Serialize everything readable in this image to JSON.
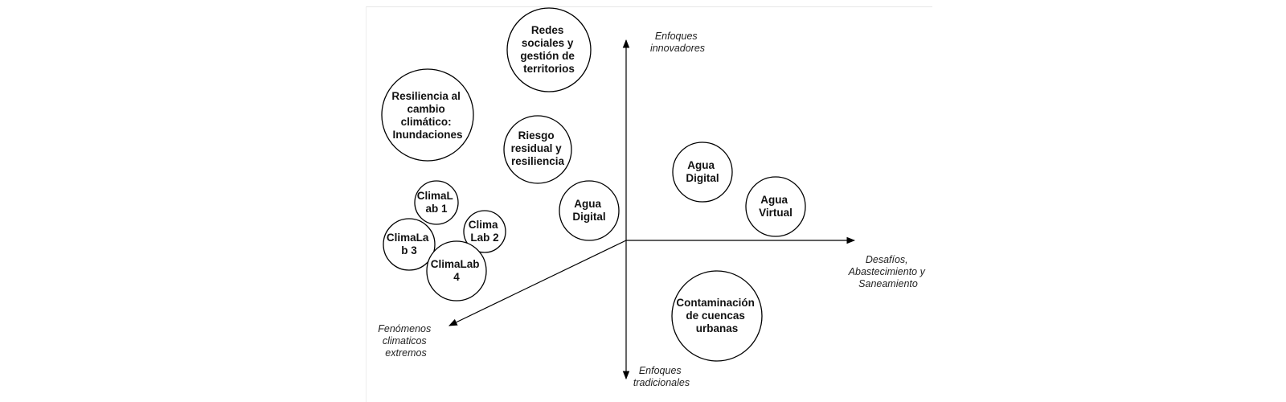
{
  "diagram": {
    "axes": [
      {
        "id": "up",
        "lines": [
          "Enfoques",
          "innovadores"
        ]
      },
      {
        "id": "down",
        "lines": [
          "Enfoques",
          "tradicionales"
        ]
      },
      {
        "id": "right",
        "lines": [
          "Desafíos,",
          "Abastecimiento y",
          "Saneamiento"
        ]
      },
      {
        "id": "diag",
        "lines": [
          "Fenómenos",
          "climaticos",
          "extremos"
        ]
      }
    ],
    "bubbles": [
      {
        "id": "redes",
        "lines": [
          "Redes",
          "sociales y",
          "gestión de",
          "territorios"
        ]
      },
      {
        "id": "resiliencia",
        "lines": [
          "Resiliencia al",
          "cambio",
          "climático:",
          "Inundaciones"
        ]
      },
      {
        "id": "riesgo",
        "lines": [
          "Riesgo",
          "residual y",
          "resiliencia"
        ]
      },
      {
        "id": "agua-digital-left",
        "lines": [
          "Agua",
          "Digital"
        ]
      },
      {
        "id": "climalab1",
        "lines": [
          "ClimaL",
          "ab 1"
        ]
      },
      {
        "id": "climalab2",
        "lines": [
          "Clima",
          "Lab 2"
        ]
      },
      {
        "id": "climalab3",
        "lines": [
          "ClimaLa",
          "b 3"
        ]
      },
      {
        "id": "climalab4",
        "lines": [
          "ClimaLab",
          "4"
        ]
      },
      {
        "id": "agua-digital-right",
        "lines": [
          "Agua",
          "Digital"
        ]
      },
      {
        "id": "agua-virtual",
        "lines": [
          "Agua",
          "Virtual"
        ]
      },
      {
        "id": "contaminacion",
        "lines": [
          "Contaminación",
          "de cuencas",
          "urbanas"
        ]
      }
    ]
  }
}
